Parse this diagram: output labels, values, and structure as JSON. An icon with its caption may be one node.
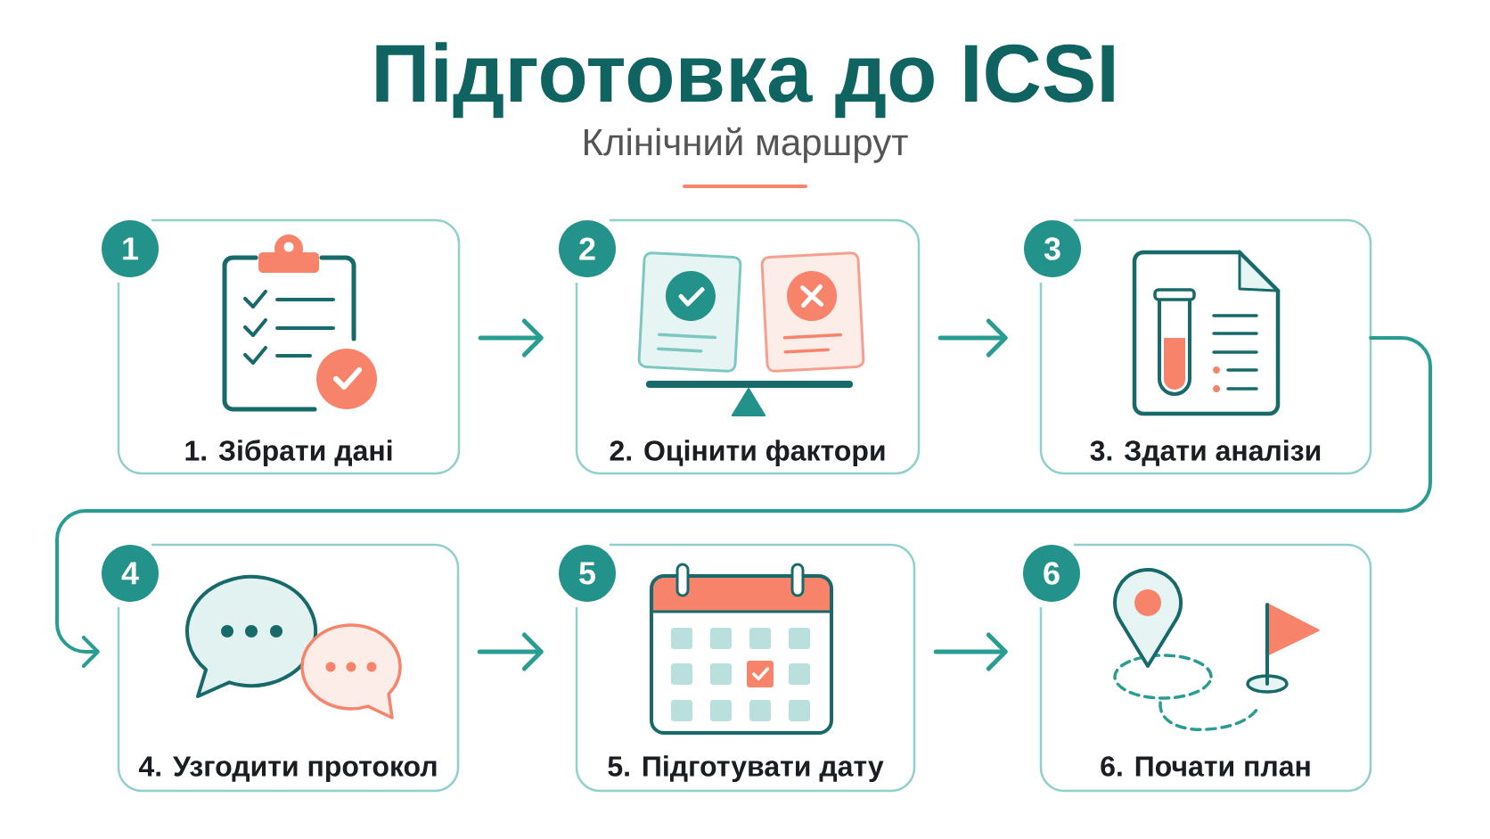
{
  "diagram": {
    "title": "Підготовка до ICSI",
    "nodes": [
      {
        "text": [
          "1"
        ]
      },
      {
        "text": [
          "1. Зібрати дані"
        ]
      },
      {
        "text": [
          "2"
        ]
      },
      {
        "text": [
          "2. Оцінити фактори"
        ]
      },
      {
        "text": [
          "3"
        ]
      },
      {
        "text": [
          "3. Здати аналізи"
        ]
      },
      {
        "text": [
          "4"
        ]
      },
      {
        "text": [
          "4. Узгодити протокол"
        ]
      },
      {
        "text": [
          "5"
        ]
      },
      {
        "text": [
          "5. Підготувати дату"
        ]
      },
      {
        "text": [
          "6"
        ]
      },
      {
        "text": [
          "6. Почати план"
        ]
      }
    ],
    "edges": [
      {
        "from": 1,
        "to": 3,
        "arrow": "to"
      },
      {
        "from": 3,
        "to": 5,
        "arrow": "to"
      },
      {
        "from": 5,
        "to": 7,
        "arrow": "to"
      },
      {
        "from": 7,
        "to": 9,
        "arrow": "to"
      },
      {
        "from": 9,
        "to": 11,
        "arrow": "to"
      }
    ],
    "labels": [
      "Клінічний маршрут"
    ]
  }
}
